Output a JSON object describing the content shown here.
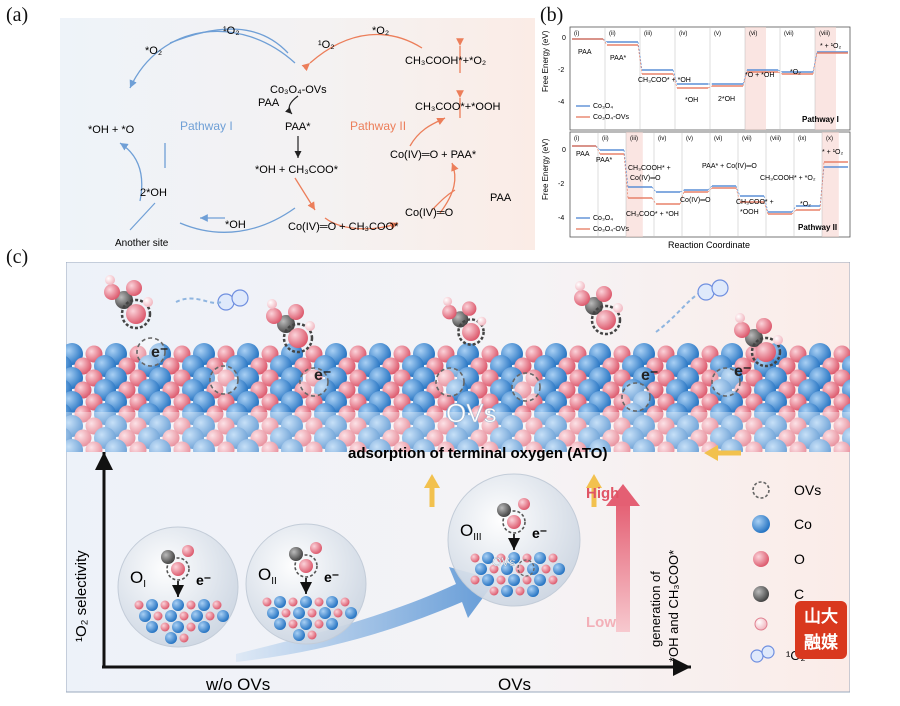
{
  "panel_a": {
    "tag": "(a)",
    "pathway1": "Pathway I",
    "pathway2": "Pathway II",
    "nodes": {
      "o2_left": "*O₂",
      "singlet_left": "¹O₂",
      "oh_o": "*OH + *O",
      "two_oh": "2*OH",
      "another_site": "Another site",
      "oh_bottom": "*OH",
      "singlet_mid": "¹O₂",
      "co3o4_ovs": "Co₃O₄-OVs",
      "paa_left": "PAA",
      "paa_star": "PAA*",
      "oh_ch3coo": "*OH + CH₃COO*",
      "co_o_ch3coo": "Co(IV)═O + CH₃COO*",
      "o2_right": "*O₂",
      "ch3cooh_o2": "CH₃COOH*+*O₂",
      "ch3coo_ooh": "CH₃COO*+*OOH",
      "co_o_paa": "Co(IV)═O + PAA*",
      "paa_right": "PAA",
      "co_o": "Co(IV)═O"
    }
  },
  "panel_b": {
    "tag": "(b)",
    "x_title": "Reaction Coordinate",
    "top": {
      "y_title": "Free Energy (eV)",
      "pathway_label": "Pathway I",
      "steps": [
        "(i)",
        "(ii)",
        "(iii)",
        "(iv)",
        "(v)",
        "(vi)",
        "(vii)",
        "(viii)"
      ],
      "y_ticks": [
        "0",
        "-2",
        "-4"
      ],
      "labels": [
        "PAA",
        "PAA*",
        "CH₃COO* + *OH",
        "*OH",
        "2*OH",
        "*O + *OH",
        "*O₂",
        "* + ¹O₂"
      ],
      "legend": [
        "Co₃O₄",
        "Co₃O₄-OVs"
      ]
    },
    "bottom": {
      "y_title": "Free Energy (eV)",
      "pathway_label": "Pathway II",
      "steps": [
        "(i)",
        "(ii)",
        "(iii)",
        "(iv)",
        "(v)",
        "(vi)",
        "(vii)",
        "(viii)",
        "(ix)",
        "(x)"
      ],
      "y_ticks": [
        "0",
        "-2",
        "-4"
      ],
      "labels": [
        "PAA",
        "PAA*",
        "CH₃COOH* +",
        "Co(IV)═O",
        "PAA* + Co(IV)═O",
        "CH₃COOH* + *O₂",
        "* + ¹O₂",
        "Co(IV)═O",
        "CH₃COO* + *OH",
        "CH₃COO* +",
        "*OOH",
        "*O₂"
      ],
      "legend": [
        "Co₃O₄",
        "Co₃O₄-OVs"
      ]
    },
    "colors": {
      "co3o4": "#5b8fd6",
      "ovs": "#e8826a"
    }
  },
  "panel_c": {
    "tag": "(c)",
    "ovs_surface": "OVs",
    "ato": "adsorption of terminal oxygen (ATO)",
    "y_axis": "¹O₂ selectivity",
    "x_left": "w/o OVs",
    "x_right": "OVs",
    "high": "High",
    "low": "Low",
    "gen_axis_1": "generation of",
    "gen_axis_2": "*OH and CH₃COO*",
    "electron": "e⁻",
    "oi": "O",
    "oi_sub": "I",
    "oii": "O",
    "oii_sub": "II",
    "oiii": "O",
    "oiii_sub": "III",
    "ovs_small": "OVs",
    "legend": {
      "ovs": "OVs",
      "co": "Co",
      "o": "O",
      "c": "C",
      "singlet": "¹O₂"
    },
    "colors": {
      "co": "#2f7fd0",
      "o": "#e2697a",
      "c": "#555555",
      "bg": "#f4f7fb"
    }
  },
  "watermark": "山大融媒"
}
